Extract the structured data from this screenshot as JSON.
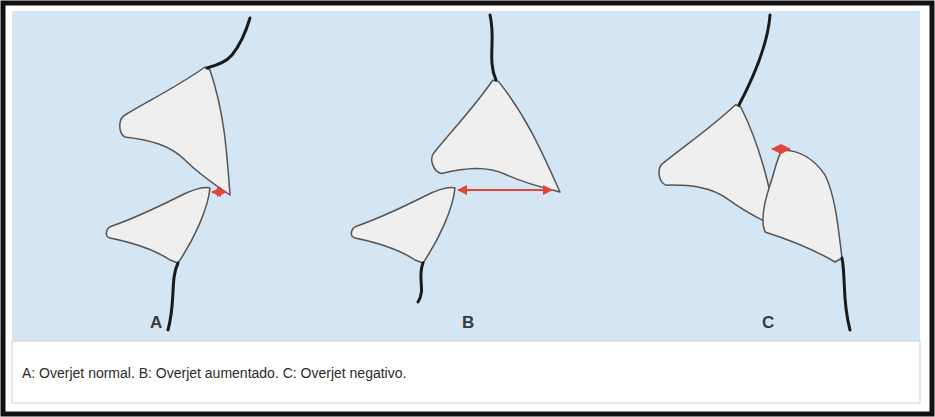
{
  "diagram": {
    "caption": "A: Overjet normal. B: Overjet aumentado. C: Overjet negativo.",
    "labels": [
      "A",
      "B",
      "C"
    ]
  }
}
